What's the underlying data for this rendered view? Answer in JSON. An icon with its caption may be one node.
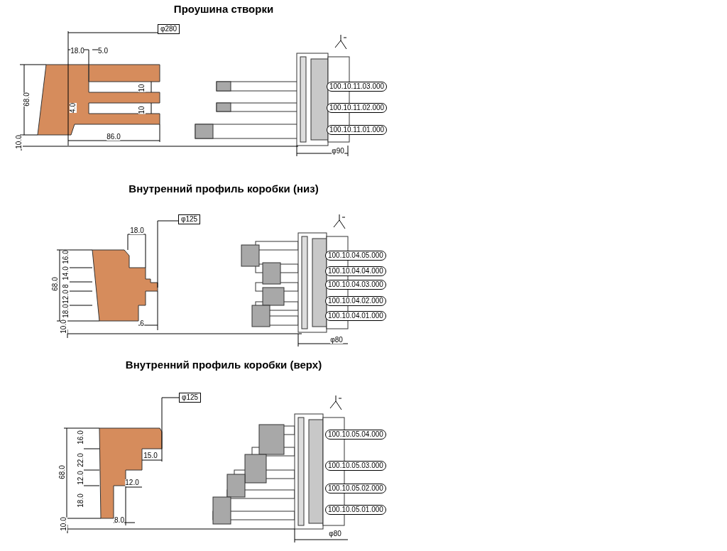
{
  "diagram": {
    "nodes": [
      {
        "text": [
          "φ280"
        ]
      },
      {
        "text": [
          "100.10.11.03.000"
        ]
      },
      {
        "text": [
          "100.10.11.02.000"
        ]
      },
      {
        "text": [
          "100.10.11.01.000"
        ]
      },
      {
        "text": [
          "φ125"
        ]
      },
      {
        "text": [
          "100.10.04.05.000"
        ]
      },
      {
        "text": [
          "100.10.04.04.000"
        ]
      },
      {
        "text": [
          "100.10.04.03.000"
        ]
      },
      {
        "text": [
          "100.10.04.02.000"
        ]
      },
      {
        "text": [
          "100.10.04.01.000"
        ]
      },
      {
        "text": [
          "φ125"
        ]
      },
      {
        "text": [
          "100.10.05.04.000"
        ]
      },
      {
        "text": [
          "100.10.05.03.000"
        ]
      },
      {
        "text": [
          "100.10.05.02.000"
        ]
      },
      {
        "text": [
          "100.10.05.01.000"
        ]
      }
    ],
    "labels": [
      "Проушина створки",
      "18.0",
      "5.0",
      "68.0",
      "10",
      "10",
      "4.0",
      "86.0",
      "10.0",
      "φ90",
      "Внутренний профиль коробки (низ)",
      "18.0",
      "68.0",
      "16.0",
      "14.0",
      "8",
      "12.0",
      "18.0",
      "6",
      "10.0",
      "φ80",
      "Внутренний профиль коробки (верх)",
      "16.0",
      "68.0",
      "22.0",
      "15.0",
      "12.0",
      "12.0",
      "18.0",
      "8.0",
      "10.0",
      "φ80"
    ]
  }
}
